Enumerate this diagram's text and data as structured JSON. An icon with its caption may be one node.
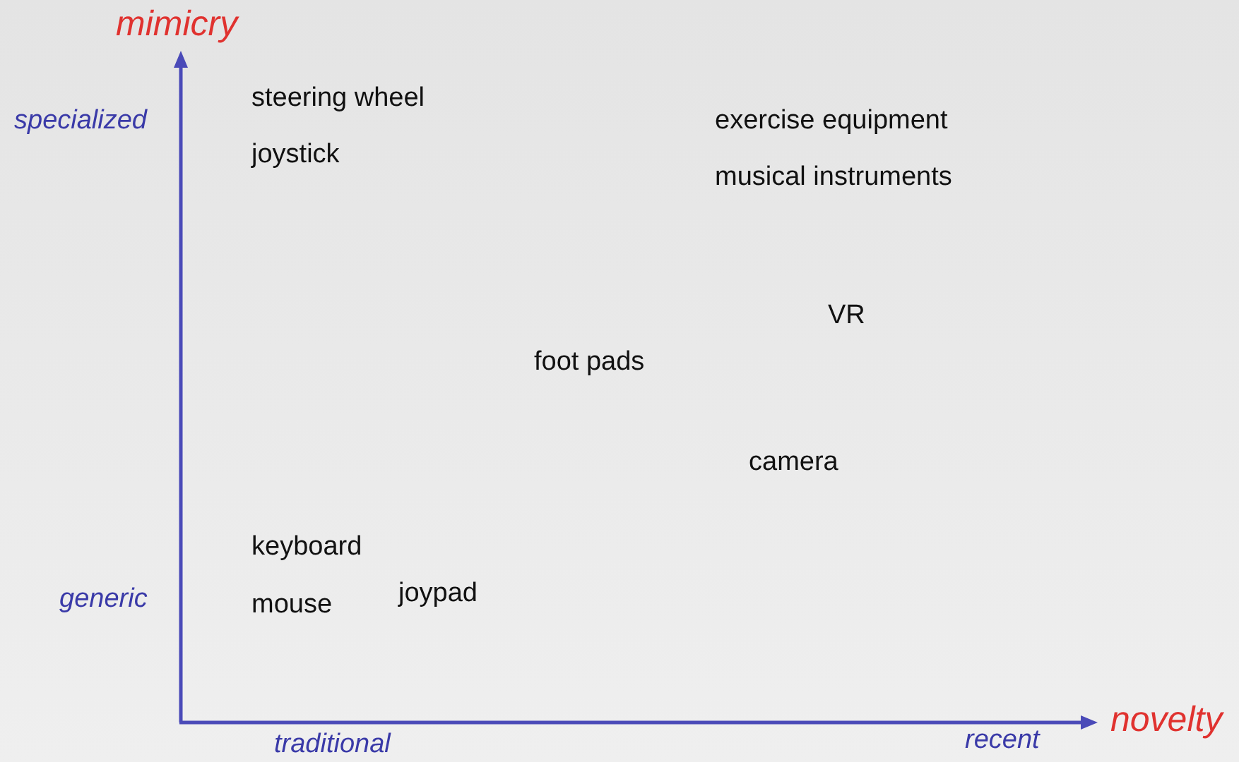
{
  "diagram": {
    "labels": [
      "mimicry",
      "specialized",
      "steering wheel",
      "exercise equipment",
      "joystick",
      "musical instruments",
      "VR",
      "foot pads",
      "camera",
      "keyboard",
      "generic",
      "mouse",
      "joypad",
      "traditional",
      "recent",
      "novelty"
    ]
  }
}
